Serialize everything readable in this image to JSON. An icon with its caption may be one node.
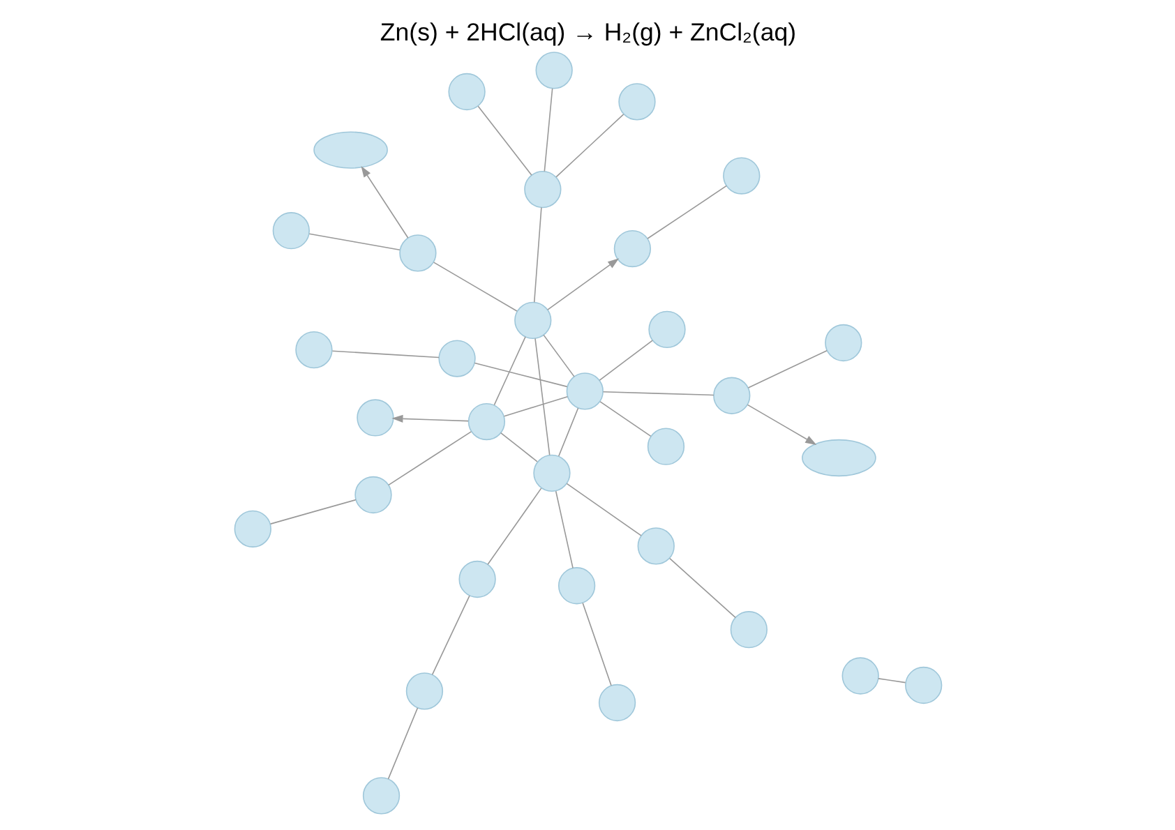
{
  "diagram": {
    "title": "Zn(s) + 2HCl(aq) → H₂(g) + ZnCl₂(aq)",
    "nodes": [
      {
        "text": [],
        "shape": "circle"
      },
      {
        "text": [],
        "shape": "circle"
      },
      {
        "text": [],
        "shape": "circle"
      },
      {
        "text": [],
        "shape": "circle"
      },
      {
        "text": [],
        "shape": "circle"
      },
      {
        "text": [],
        "shape": "circle"
      },
      {
        "text": [],
        "shape": "circle"
      },
      {
        "text": [],
        "shape": "circle"
      },
      {
        "text": [],
        "shape": "circle"
      },
      {
        "text": [],
        "shape": "circle"
      },
      {
        "text": [],
        "shape": "circle"
      },
      {
        "text": [],
        "shape": "circle"
      },
      {
        "text": [],
        "shape": "circle"
      },
      {
        "text": [],
        "shape": "circle"
      },
      {
        "text": [],
        "shape": "ellipse"
      },
      {
        "text": [],
        "shape": "circle"
      },
      {
        "text": [],
        "shape": "circle"
      },
      {
        "text": [],
        "shape": "circle"
      },
      {
        "text": [],
        "shape": "circle"
      },
      {
        "text": [],
        "shape": "circle"
      },
      {
        "text": [],
        "shape": "circle"
      },
      {
        "text": [],
        "shape": "ellipse"
      },
      {
        "text": [],
        "shape": "circle"
      },
      {
        "text": [],
        "shape": "circle"
      },
      {
        "text": [],
        "shape": "circle"
      },
      {
        "text": [],
        "shape": "circle"
      },
      {
        "text": [],
        "shape": "circle"
      },
      {
        "text": [],
        "shape": "circle"
      },
      {
        "text": [],
        "shape": "circle"
      },
      {
        "text": [],
        "shape": "circle"
      },
      {
        "text": [],
        "shape": "circle"
      },
      {
        "text": [],
        "shape": "circle"
      }
    ],
    "edges": [
      {
        "from": 9,
        "to": 0,
        "arrow": "to"
      },
      {
        "from": 1,
        "to": 2,
        "arrow": "none"
      },
      {
        "from": 3,
        "to": 4,
        "arrow": "none"
      },
      {
        "from": 10,
        "to": 3,
        "arrow": "none"
      },
      {
        "from": 10,
        "to": 5,
        "arrow": "none"
      },
      {
        "from": 5,
        "to": 6,
        "arrow": "none"
      },
      {
        "from": 7,
        "to": 8,
        "arrow": "none"
      },
      {
        "from": 8,
        "to": 9,
        "arrow": "none"
      },
      {
        "from": 9,
        "to": 10,
        "arrow": "none"
      },
      {
        "from": 10,
        "to": 11,
        "arrow": "none"
      },
      {
        "from": 11,
        "to": 12,
        "arrow": "none"
      },
      {
        "from": 12,
        "to": 13,
        "arrow": "none"
      },
      {
        "from": 9,
        "to": 17,
        "arrow": "none"
      },
      {
        "from": 10,
        "to": 18,
        "arrow": "none"
      },
      {
        "from": 9,
        "to": 18,
        "arrow": "none"
      },
      {
        "from": 10,
        "to": 17,
        "arrow": "none"
      },
      {
        "from": 17,
        "to": 16,
        "arrow": "none"
      },
      {
        "from": 16,
        "to": 15,
        "arrow": "none"
      },
      {
        "from": 16,
        "to": 14,
        "arrow": "to"
      },
      {
        "from": 17,
        "to": 18,
        "arrow": "none"
      },
      {
        "from": 18,
        "to": 19,
        "arrow": "none"
      },
      {
        "from": 19,
        "to": 20,
        "arrow": "none"
      },
      {
        "from": 19,
        "to": 21,
        "arrow": "to"
      },
      {
        "from": 17,
        "to": 22,
        "arrow": "none"
      },
      {
        "from": 22,
        "to": 23,
        "arrow": "none"
      },
      {
        "from": 17,
        "to": 24,
        "arrow": "none"
      },
      {
        "from": 17,
        "to": 25,
        "arrow": "none"
      },
      {
        "from": 18,
        "to": 26,
        "arrow": "none"
      },
      {
        "from": 26,
        "to": 27,
        "arrow": "none"
      },
      {
        "from": 26,
        "to": 28,
        "arrow": "none"
      },
      {
        "from": 26,
        "to": 29,
        "arrow": "none"
      },
      {
        "from": 18,
        "to": 30,
        "arrow": "to"
      },
      {
        "from": 30,
        "to": 31,
        "arrow": "none"
      }
    ]
  }
}
